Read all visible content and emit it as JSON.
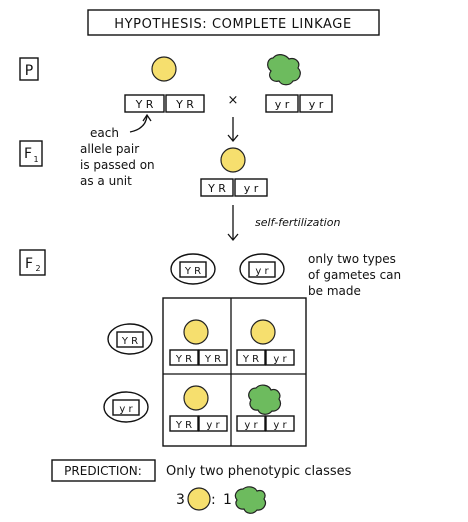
{
  "title": "HYPOTHESIS: COMPLETE LINKAGE",
  "generations": {
    "p": "P",
    "f1": "F1",
    "f1_main": "F",
    "f1_sub": "1",
    "f2_main": "F",
    "f2_sub": "2"
  },
  "alleles": {
    "dominant": "Y R",
    "recessive": "y r"
  },
  "cross_symbol": "×",
  "note_each": "each",
  "note_lines": [
    "allele pair",
    "is passed on",
    "as a unit"
  ],
  "self_fertilization": "self-fertilization",
  "gamete_note": [
    "only two types",
    "of gametes can",
    "be made"
  ],
  "prediction_label": "PREDICTION:",
  "prediction_text": "Only two phenotypic classes",
  "ratio": {
    "round": "3",
    "separator": ":",
    "wrinkled": "1"
  },
  "colors": {
    "round_seed": "#f6df6e",
    "wrinkled_seed": "#6dbb5e",
    "ink": "#111111"
  },
  "punnett": {
    "rows": [
      {
        "gamete": "Y R",
        "cells": [
          {
            "phenotype": "round",
            "genotype": [
              "Y R",
              "Y R"
            ]
          },
          {
            "phenotype": "round",
            "genotype": [
              "Y R",
              "y r"
            ]
          }
        ]
      },
      {
        "gamete": "y r",
        "cells": [
          {
            "phenotype": "round",
            "genotype": [
              "Y R",
              "y r"
            ]
          },
          {
            "phenotype": "wrinkled",
            "genotype": [
              "y r",
              "y r"
            ]
          }
        ]
      }
    ],
    "columns": [
      "Y R",
      "y r"
    ]
  }
}
